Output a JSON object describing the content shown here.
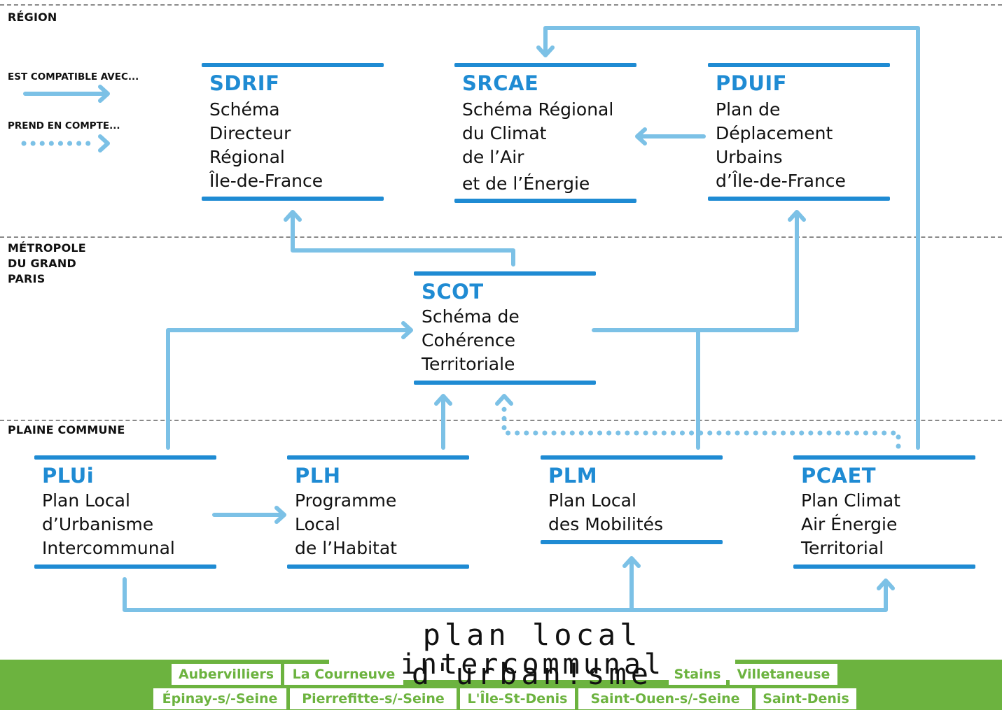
{
  "levels": {
    "region": "RÉGION",
    "metropole": [
      "MÉTROPOLE",
      "DU GRAND",
      "PARIS"
    ],
    "plaine": "PLAINE COMMUNE"
  },
  "legend": {
    "compatible": "EST COMPATIBLE AVEC...",
    "prend_en_compte": "PREND EN COMPTE..."
  },
  "colors": {
    "arrow": "#7cc1e6",
    "box_bar": "#1f8bd3",
    "code": "#1f8bd3",
    "footer": "#6cb33f"
  },
  "plans": {
    "sdrif": {
      "code": "SDRIF",
      "desc": [
        "Schéma",
        "Directeur",
        "Régional",
        "Île-de-France"
      ]
    },
    "srcae": {
      "code": "SRCAE",
      "desc": [
        "Schéma Régional",
        "du Climat",
        "de l’Air",
        "et de l’Énergie"
      ]
    },
    "pduif": {
      "code": "PDUIF",
      "desc": [
        "Plan de",
        "Déplacement",
        "Urbains",
        "d’Île-de-France"
      ]
    },
    "scot": {
      "code": "SCOT",
      "desc": [
        "Schéma de",
        "Cohérence",
        "Territoriale"
      ]
    },
    "plui": {
      "code": "PLUi",
      "desc": [
        "Plan Local",
        "d’Urbanisme",
        "Intercommunal"
      ]
    },
    "plh": {
      "code": "PLH",
      "desc": [
        "Programme",
        "Local",
        "de l’Habitat"
      ]
    },
    "plm": {
      "code": "PLM",
      "desc": [
        "Plan Local",
        "des Mobilités"
      ]
    },
    "pcaet": {
      "code": "PCAET",
      "desc": [
        "Plan Climat",
        "Air Énergie",
        "Territorial"
      ]
    }
  },
  "logo": {
    "line1": "plan local d'urban!sme",
    "line2": "intercommunal"
  },
  "towns": {
    "row1": [
      "Aubervilliers",
      "La Courneuve",
      "Stains",
      "Villetaneuse"
    ],
    "row2": [
      "Épinay-s/-Seine",
      "Pierrefitte-s/-Seine",
      "L'Île-St-Denis",
      "Saint-Ouen-s/-Seine",
      "Saint-Denis"
    ]
  }
}
